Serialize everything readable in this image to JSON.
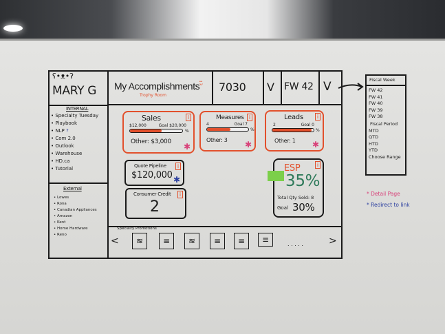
{
  "user": {
    "name": "MARY G",
    "avatar_icon": "bear-face-icon"
  },
  "header": {
    "title": "My Accomplishments",
    "subtitle": "Trophy Room",
    "store": "7030",
    "store_dropdown": "V",
    "week": "FW 42",
    "week_dropdown": "V"
  },
  "sidebar": {
    "internal_title": "INTERNAL",
    "internal": [
      "Specialty Tuesday",
      "Playbook",
      "NLP",
      "Com 2.0",
      "Outlook",
      "Warehouse",
      "HD.ca",
      "Tutorial"
    ],
    "nlp_mark": "?",
    "external_title": "External",
    "external": [
      "Lowes",
      "Rona",
      "Canadian Appliances",
      "Amazon",
      "Kent",
      "Home Hardware",
      "Reno"
    ]
  },
  "cards": {
    "sales": {
      "title": "Sales",
      "start": "$12,000",
      "goal": "Goal $20,000",
      "progress": 0.6,
      "pct": "%",
      "other": "Other: $3,000"
    },
    "measures": {
      "title": "Measures",
      "start": "4",
      "goal": "Goal 7",
      "progress": 0.57,
      "pct": "%",
      "other": "Other: 3"
    },
    "leads": {
      "title": "Leads",
      "start": "2",
      "goal": "Goal 0",
      "progress": 0.95,
      "pct": "%",
      "other": "Other: 1"
    },
    "quote": {
      "title": "Quote Pipeline",
      "value": "$120,000"
    },
    "credit": {
      "title": "Consumer Credit",
      "value": "2"
    },
    "esp": {
      "title": "ESP",
      "value": "35%",
      "qty": "Total Qty Sold: 8",
      "goal_label": "Goal",
      "goal": "30%"
    }
  },
  "info_label": "i",
  "promotions": {
    "title": "Specialty Promotions",
    "prev": "<",
    "next": ">",
    "more": ". . . . ."
  },
  "fiscal_dropdown": {
    "title": "Fiscal Week",
    "items": [
      "FW 42",
      "FW 41",
      "FW 40",
      "FW 39",
      "FW 38"
    ],
    "period_title": "Fiscal Period",
    "periods": [
      "MTD",
      "QTD",
      "HTD",
      "YTD",
      "Choose Range"
    ]
  },
  "legend": [
    {
      "mark": "*",
      "label": "Detail Page",
      "color": "#d8427a"
    },
    {
      "mark": "*",
      "label": "Redirect to link",
      "color": "#2b3fa0"
    }
  ],
  "colors": {
    "accent": "#e2502c",
    "esp_value": "#2f7a5a",
    "sticky": "#7ccf4a"
  }
}
